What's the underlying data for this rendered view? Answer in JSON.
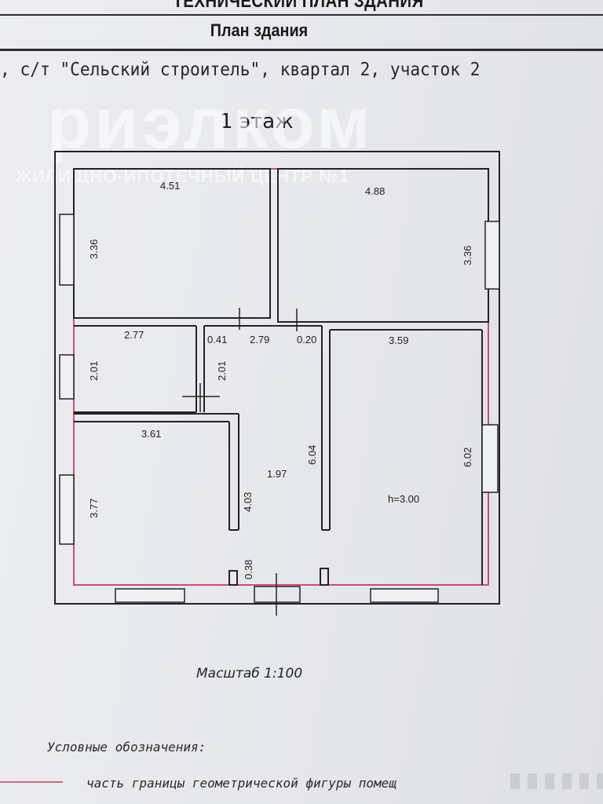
{
  "document": {
    "header_top": "ТЕХНИЧЕСКИЙ ПЛАН ЗДАНИЯ",
    "header_sub": "План здания",
    "address": ", с/т \"Сельский строитель\", квартал 2, участок 2",
    "floor": "1 этаж",
    "watermark_main": "риэлком",
    "watermark_sub": "ЖИЛИЩНО-ИПОТЕЧНЫЙ ЦЕНТР №1",
    "scale": "Масштаб 1:100",
    "legend_title": "Условные обозначения:",
    "legend_item": "часть границы геометрической фигуры помещ",
    "colors": {
      "boundary": "#c8506a",
      "wall": "#222228",
      "paper": "#e9eaee"
    }
  },
  "dimensions": {
    "room1_width": "4.51",
    "room1_height": "3.36",
    "room2_width": "4.88",
    "room2_height": "3.36",
    "room3_width": "2.77",
    "room3_height": "2.01",
    "room3_height_right": "2.01",
    "door_left": "0.41",
    "hall_width": "2.79",
    "door_right": "0.20",
    "room4_width": "3.59",
    "room4_height": "6.02",
    "room4_ceiling": "h=3.00",
    "hall_height": "6.04",
    "room5_width": "3.61",
    "room5_height": "3.77",
    "room5_height_right": "4.03",
    "corridor_width": "1.97",
    "entry_width": "0.38"
  }
}
